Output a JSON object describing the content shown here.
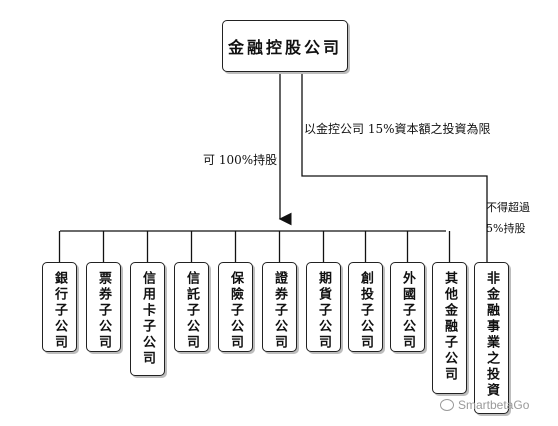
{
  "root": {
    "label": "金融控股公司"
  },
  "edges": {
    "holding_label": "可 100%持股",
    "limit_label": "以金控公司 15%資本額之投資為限",
    "nonfin_limit_line1": "不得超過",
    "nonfin_limit_line2": "5%持股"
  },
  "subsidiaries": [
    {
      "label": "銀行子公司"
    },
    {
      "label": "票券子公司"
    },
    {
      "label": "信用卡子公司"
    },
    {
      "label": "信託子公司"
    },
    {
      "label": "保險子公司"
    },
    {
      "label": "證券子公司"
    },
    {
      "label": "期貨子公司"
    },
    {
      "label": "創投子公司"
    },
    {
      "label": "外國子公司"
    },
    {
      "label": "其他金融子公司"
    }
  ],
  "non_financial": {
    "label": "非金融事業之投資"
  },
  "watermark": {
    "text": "SmartbetaGo",
    "icon": "wechat-icon"
  }
}
